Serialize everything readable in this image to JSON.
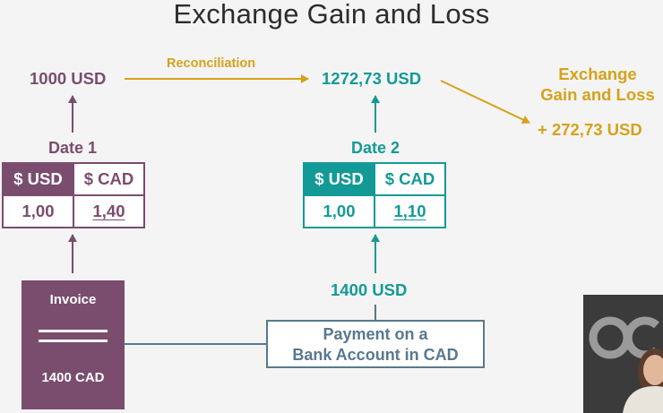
{
  "title": "Exchange Gain and Loss",
  "left": {
    "amount": "1000 USD",
    "date_label": "Date 1",
    "rate_headers": [
      "$ USD",
      "$ CAD"
    ],
    "rate_values": [
      "1,00",
      "1,40"
    ],
    "invoice_label": "Invoice",
    "invoice_amount": "1400 CAD"
  },
  "reconciliation_label": "Reconciliation",
  "right": {
    "amount": "1272,73 USD",
    "date_label": "Date 2",
    "rate_headers": [
      "$ USD",
      "$ CAD"
    ],
    "rate_values": [
      "1,00",
      "1,10"
    ],
    "payment_usd": "1400 USD",
    "payment_line1": "Payment on a",
    "payment_line2": "Bank Account in CAD"
  },
  "result": {
    "line1": "Exchange",
    "line2": "Gain and Loss",
    "value": "+ 272,73 USD"
  },
  "colors": {
    "purple": "#7a4d6e",
    "teal": "#139a97",
    "gold": "#d6a21b",
    "slate": "#57798f"
  }
}
